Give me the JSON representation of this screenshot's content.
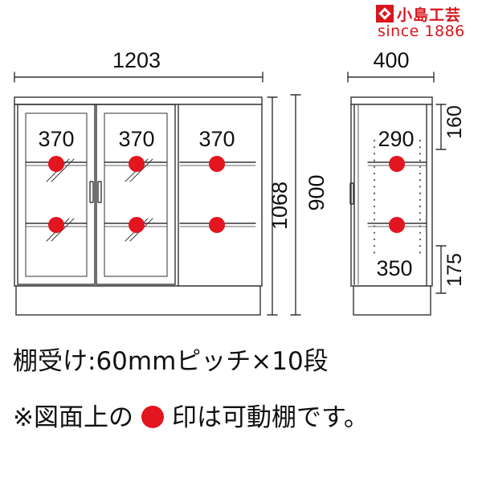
{
  "brand": {
    "name": "小島工芸",
    "since": "since 1886",
    "color": "#d7161d"
  },
  "front": {
    "width_label": "1203",
    "height_label": "1068",
    "body_height_label": "900",
    "columns": [
      {
        "width_label": "370",
        "door": "glass",
        "movable_shelves": 2
      },
      {
        "width_label": "370",
        "door": "glass",
        "movable_shelves": 2
      },
      {
        "width_label": "370",
        "door": "none",
        "movable_shelves": 2
      }
    ]
  },
  "side": {
    "depth_label": "400",
    "upper_inner_depth_label": "290",
    "lower_inner_depth_label": "350",
    "upper_section_height_label": "160",
    "base_section_height_label": "175",
    "movable_shelves": 2
  },
  "captions": {
    "shelf_support": "棚受け:60mmピッチ×10段",
    "legend_before": "※図面上の",
    "legend_after": "印は可動棚です。"
  },
  "colors": {
    "movable_shelf_marker": "#e3151f",
    "line": "#333333"
  }
}
